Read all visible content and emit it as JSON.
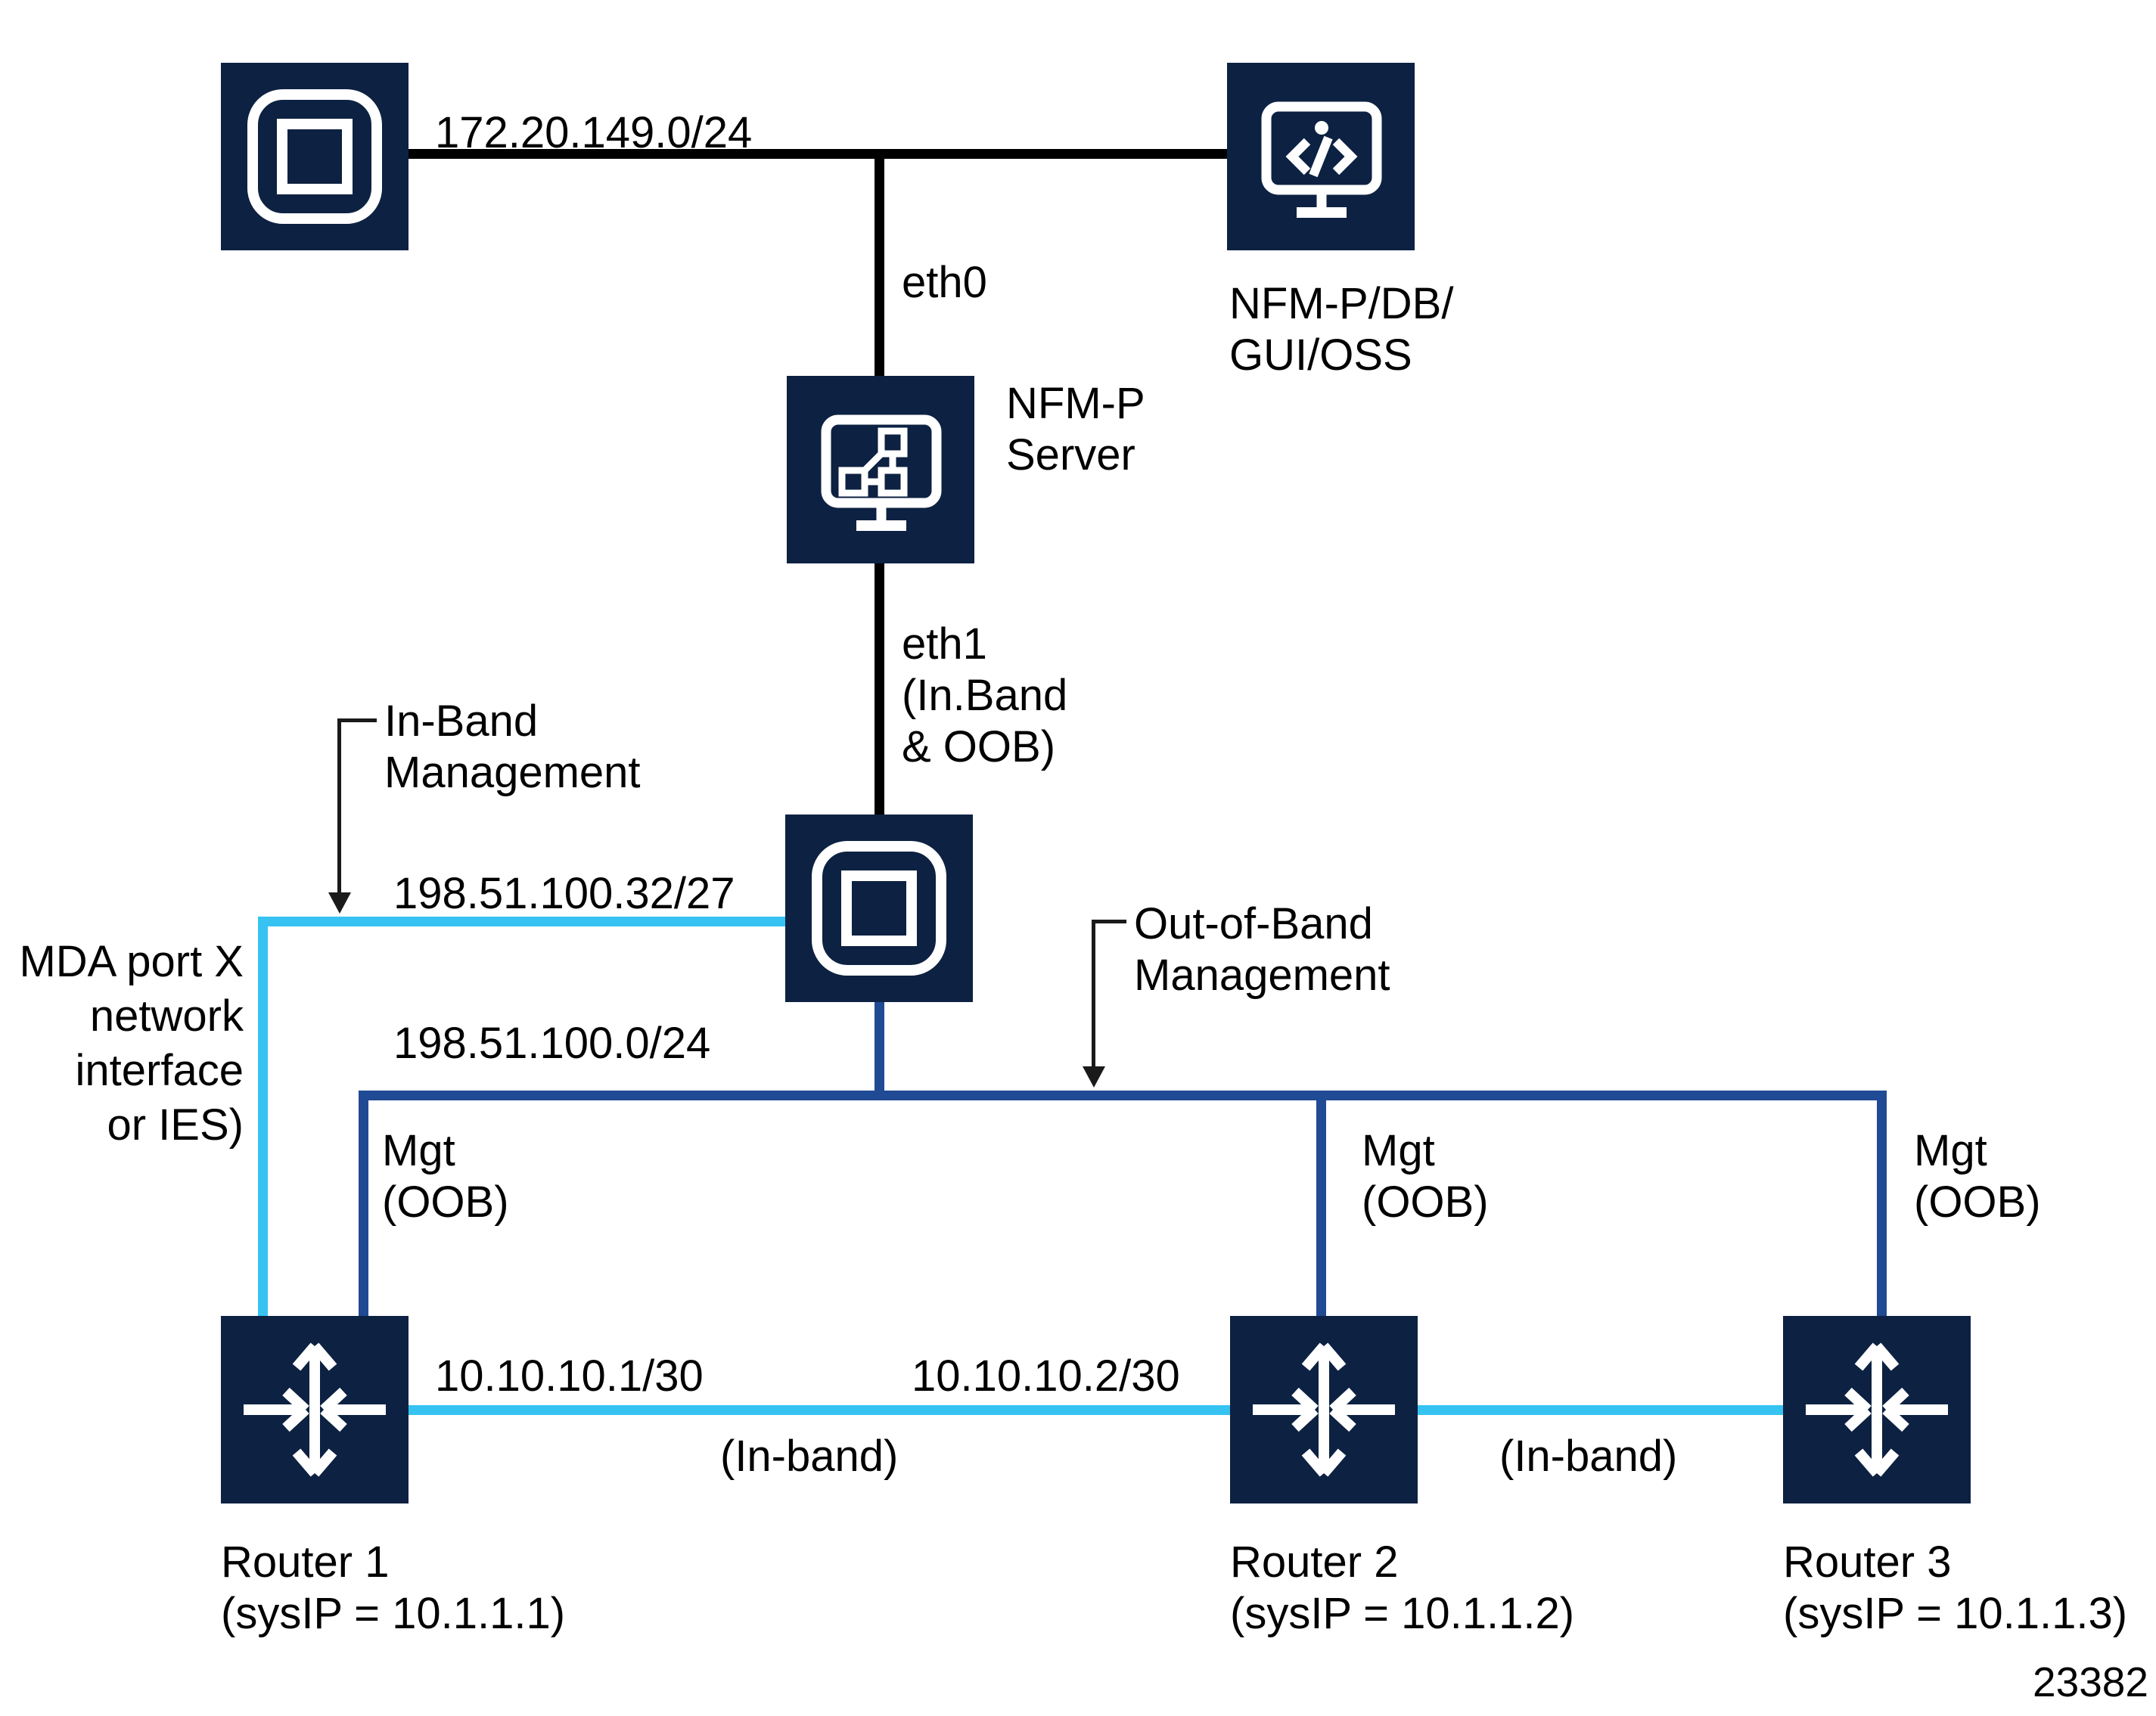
{
  "figure_number": "23382",
  "colors": {
    "node_navy": "#0d2142",
    "inband_cyan": "#36c3f2",
    "oob_blue": "#204a94",
    "line_black": "#000000"
  },
  "nodes": {
    "lan_switch": {
      "icon": "switch-icon"
    },
    "workstation": {
      "icon": "code-monitor-icon",
      "label_lines": [
        "NFM-P/DB/",
        "GUI/OSS"
      ]
    },
    "nfmp_server": {
      "icon": "network-monitor-icon",
      "label_lines": [
        "NFM-P",
        "Server"
      ]
    },
    "mgmt_switch": {
      "icon": "switch-icon"
    },
    "routers": [
      {
        "label": "Router 1",
        "sysip": "(sysIP = 10.1.1.1)"
      },
      {
        "label": "Router 2",
        "sysip": "(sysIP = 10.1.1.2)"
      },
      {
        "label": "Router 3",
        "sysip": "(sysIP = 10.1.1.3)"
      }
    ]
  },
  "links": {
    "lan_subnet": "172.20.149.0/24",
    "eth0": "eth0",
    "eth1_lines": [
      "eth1",
      "(In.Band",
      "& OOB)"
    ],
    "inband_subnet": "198.51.100.32/27",
    "oob_subnet": "198.51.100.0/24",
    "mgt_oob_lines": [
      "Mgt",
      "(OOB)"
    ],
    "r1_r2_ip_a": "10.10.10.1/30",
    "r1_r2_ip_b": "10.10.10.2/30",
    "inband_tag": "(In-band)"
  },
  "callouts": {
    "inband_mgmt_lines": [
      "In-Band",
      "Management"
    ],
    "oob_mgmt_lines": [
      "Out-of-Band",
      "Management"
    ],
    "mda_note_lines": [
      "MDA port X",
      "network",
      "interface",
      "or IES)"
    ]
  }
}
